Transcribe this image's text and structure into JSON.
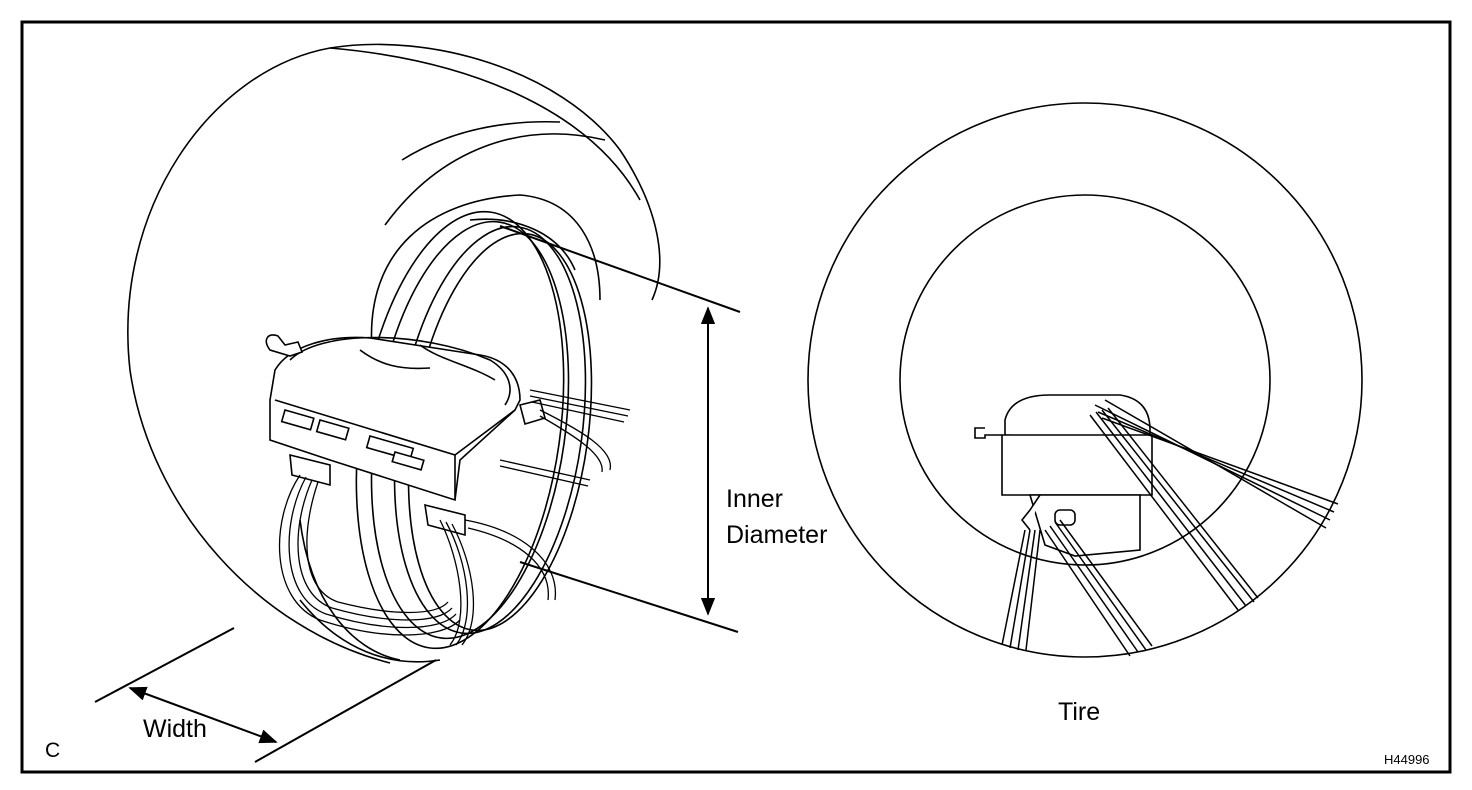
{
  "labels": {
    "inner": "Inner",
    "diameter": "Diameter",
    "width": "Width",
    "tire": "Tire",
    "view_letter": "C",
    "figure_code": "H44996"
  },
  "colors": {
    "line": "#000000",
    "background": "#ffffff"
  }
}
